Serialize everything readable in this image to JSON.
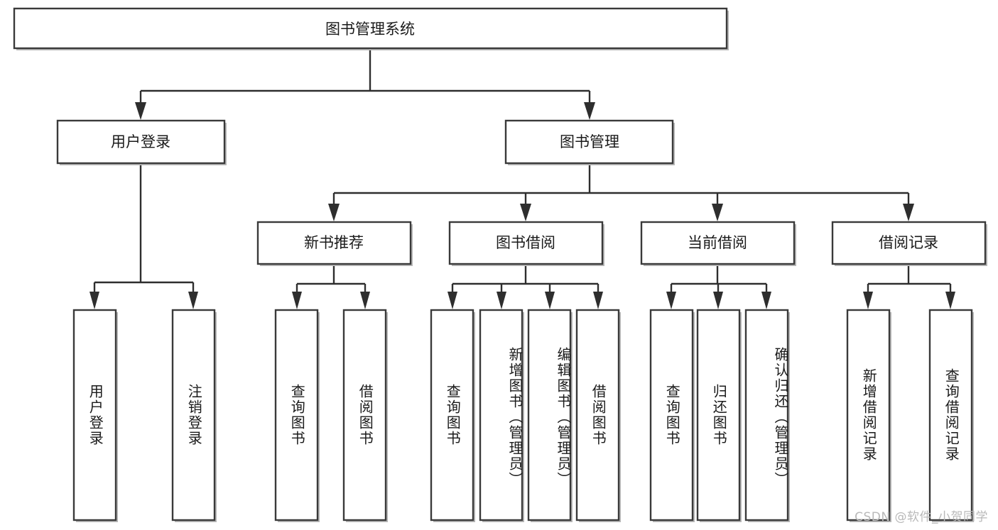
{
  "diagram": {
    "type": "tree-hierarchy-chart",
    "title": "图书管理系统",
    "root": {
      "id": "root",
      "label": "图书管理系统",
      "orientation": "horizontal"
    },
    "level2": [
      {
        "id": "user-login",
        "label": "用户登录",
        "orientation": "horizontal"
      },
      {
        "id": "book-manage",
        "label": "图书管理",
        "orientation": "horizontal"
      }
    ],
    "level3": [
      {
        "id": "new-book-recommend",
        "label": "新书推荐",
        "orientation": "horizontal",
        "parent": "book-manage"
      },
      {
        "id": "book-borrow",
        "label": "图书借阅",
        "orientation": "horizontal",
        "parent": "book-manage"
      },
      {
        "id": "current-borrow",
        "label": "当前借阅",
        "orientation": "horizontal",
        "parent": "book-manage"
      },
      {
        "id": "borrow-record",
        "label": "借阅记录",
        "orientation": "horizontal",
        "parent": "book-manage"
      }
    ],
    "leaves": [
      {
        "id": "leaf-user-login",
        "label": "用户登录",
        "parent": "user-login",
        "orientation": "vertical"
      },
      {
        "id": "leaf-logout",
        "label": "注销登录",
        "parent": "user-login",
        "orientation": "vertical"
      },
      {
        "id": "leaf-query-book-1",
        "label": "查询图书",
        "parent": "new-book-recommend",
        "orientation": "vertical"
      },
      {
        "id": "leaf-borrow-book-1",
        "label": "借阅图书",
        "parent": "new-book-recommend",
        "orientation": "vertical"
      },
      {
        "id": "leaf-query-book-2",
        "label": "查询图书",
        "parent": "book-borrow",
        "orientation": "vertical"
      },
      {
        "id": "leaf-add-book",
        "label": "新增图书（管理员）",
        "parent": "book-borrow",
        "orientation": "vertical"
      },
      {
        "id": "leaf-edit-book",
        "label": "编辑图书（管理员）",
        "parent": "book-borrow",
        "orientation": "vertical"
      },
      {
        "id": "leaf-borrow-book-2",
        "label": "借阅图书",
        "parent": "book-borrow",
        "orientation": "vertical"
      },
      {
        "id": "leaf-query-book-3",
        "label": "查询图书",
        "parent": "current-borrow",
        "orientation": "vertical"
      },
      {
        "id": "leaf-return-book",
        "label": "归还图书",
        "parent": "current-borrow",
        "orientation": "vertical"
      },
      {
        "id": "leaf-confirm-return",
        "label": "确认归还（管理员）",
        "parent": "current-borrow",
        "orientation": "vertical"
      },
      {
        "id": "leaf-add-record",
        "label": "新增借阅记录",
        "parent": "borrow-record",
        "orientation": "vertical"
      },
      {
        "id": "leaf-query-record",
        "label": "查询借阅记录",
        "parent": "borrow-record",
        "orientation": "vertical"
      }
    ],
    "watermark": "CSDN @软件_小贺同学",
    "colors": {
      "box_fill": "#ffffff",
      "box_stroke": "#3a3a3a",
      "connector": "#2e2e2e",
      "text": "#1a1a1a",
      "watermark": "#b9b9b9",
      "background": "#ffffff"
    }
  }
}
